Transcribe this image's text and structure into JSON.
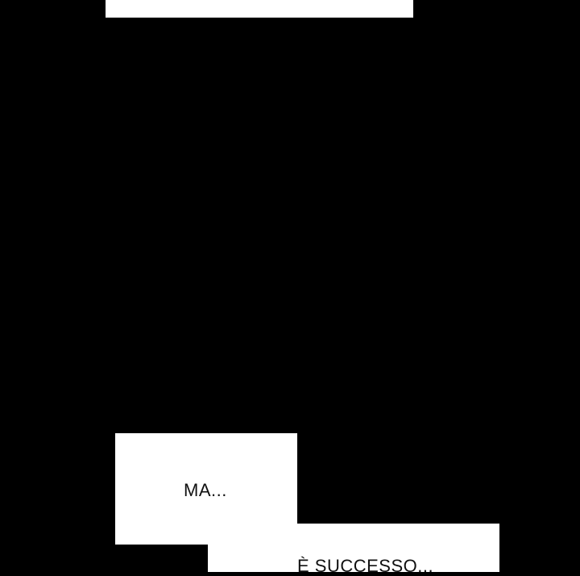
{
  "comic": {
    "panels": [
      {
        "id": "top",
        "text": ""
      },
      {
        "id": "ma",
        "text": "MA..."
      },
      {
        "id": "successo",
        "text": "È SUCCESSO..."
      }
    ]
  },
  "colors": {
    "background": "#000000",
    "panel": "#ffffff",
    "text": "#111111"
  }
}
